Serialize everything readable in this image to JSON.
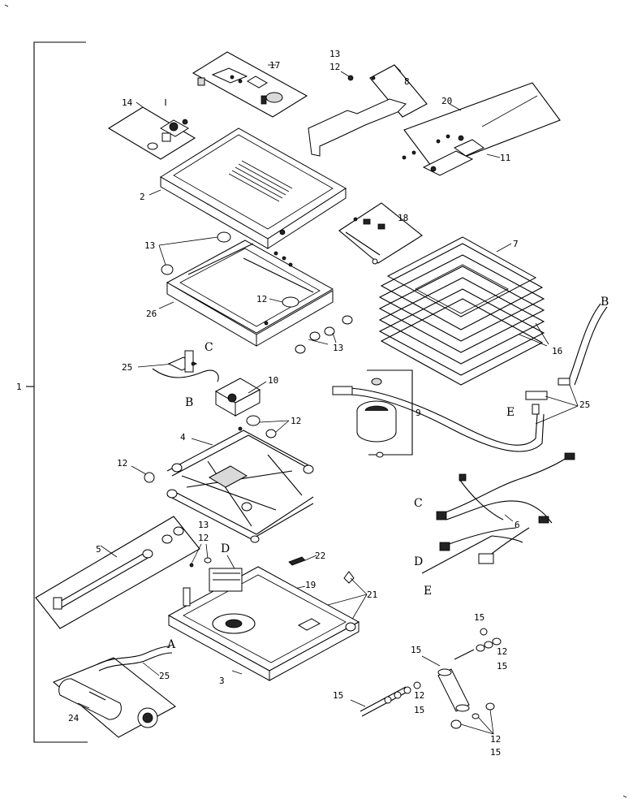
{
  "diagram": {
    "labels": {
      "assembly": "1",
      "frame_top": "2",
      "base": "3",
      "scissor": "4",
      "shaft": "5",
      "harness": "6",
      "bellows": "7",
      "bracket": "8",
      "compressor": "9",
      "valve": "10",
      "switch_assy": "11",
      "n12": "12",
      "n13": "13",
      "control_panel": "14",
      "n15": "15",
      "n16": "16",
      "handle_assy": "17",
      "clip_kit": "18",
      "block": "19",
      "lever": "20",
      "n21": "21",
      "n22": "22",
      "shock": "24",
      "hose": "25",
      "frame_mid": "26",
      "A": "A",
      "B": "B",
      "C": "C",
      "D": "D",
      "E": "E"
    }
  }
}
